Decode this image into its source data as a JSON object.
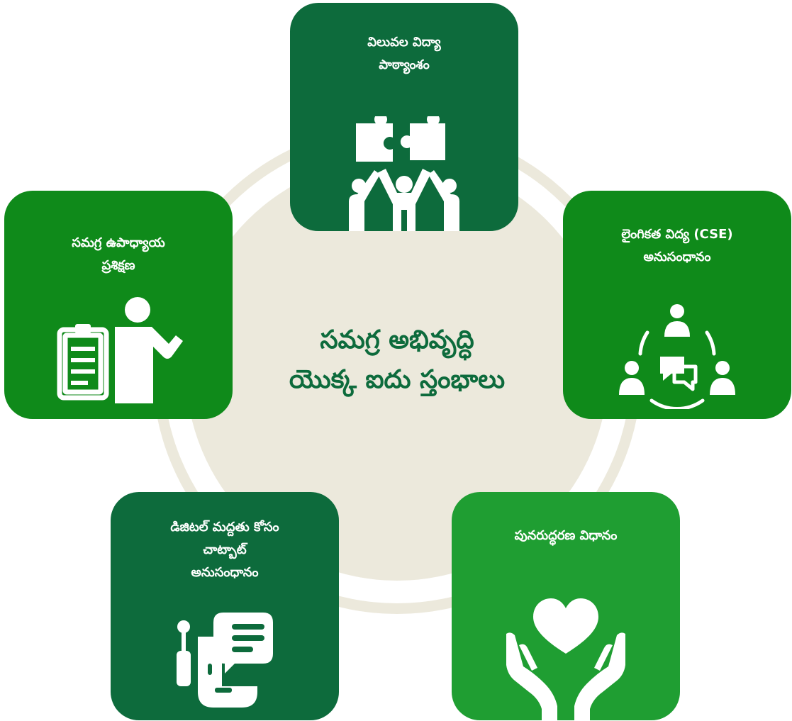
{
  "center": {
    "line1": "సమగ్ర అభివృద్ధి",
    "line2": "యొక్క ఐదు స్తంభాలు"
  },
  "pillars": [
    {
      "title_line1": "విలువల విద్యా",
      "title_line2": "పాఠ్యాంశం",
      "icon": "puzzle-team-icon"
    },
    {
      "title_line1": "సమగ్ర ఉపాధ్యాయ",
      "title_line2": "ప్రశిక్షణ",
      "icon": "trainer-clipboard-icon"
    },
    {
      "title_line1": "లైంగికత విద్య (CSE)",
      "title_line2": "అనుసంధానం",
      "icon": "group-discussion-icon"
    },
    {
      "title_line1": "డిజిటల్ మద్దతు కోసం",
      "title_line2": "చాట్బాట్",
      "title_line3": "అనుసంధానం",
      "icon": "chatbot-icon"
    },
    {
      "title_line1": "పునరుద్ధరణ విధానం",
      "icon": "heart-hands-icon"
    }
  ],
  "colors": {
    "dark_green": "#0d6b3c",
    "medium_green": "#0f8a1a",
    "light_green": "#1f9e32",
    "beige": "#ece9dc"
  }
}
